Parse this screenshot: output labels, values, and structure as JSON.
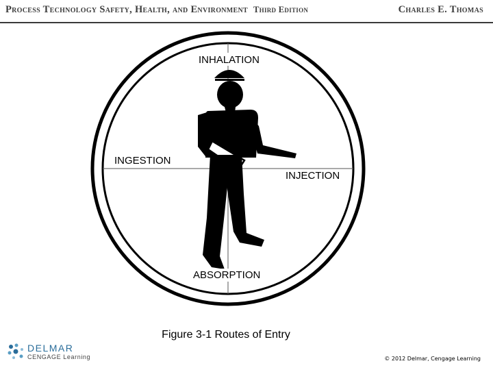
{
  "header": {
    "book_title": "Process Technology Safety, Health, and Environment",
    "edition": "Third Edition",
    "author": "Charles E. Thomas"
  },
  "figure": {
    "labels": {
      "top": "INHALATION",
      "left": "INGESTION",
      "right": "INJECTION",
      "bottom": "ABSORPTION"
    },
    "caption": "Figure 3-1 Routes of Entry"
  },
  "publisher": {
    "name": "DELMAR",
    "tagline": "CENGAGE Learning",
    "logo_icon": "delmar-mark-icon",
    "brand_color": "#2a6d9a"
  },
  "footer": {
    "copyright": "© 2012 Delmar, Cengage Learning"
  }
}
